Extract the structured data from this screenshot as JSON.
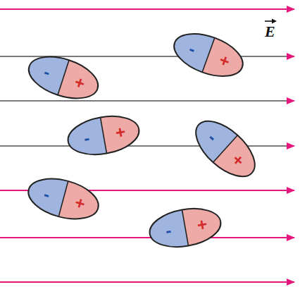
{
  "diagram": {
    "nodes": [
      {
        "text": [
          "-",
          "+"
        ]
      },
      {
        "text": [
          "-",
          "+"
        ]
      },
      {
        "text": [
          "-",
          "+"
        ]
      },
      {
        "text": [
          "-",
          "+"
        ]
      },
      {
        "text": [
          "-",
          "+"
        ]
      },
      {
        "text": [
          "-",
          "+"
        ]
      }
    ],
    "labels": [
      "E"
    ]
  }
}
